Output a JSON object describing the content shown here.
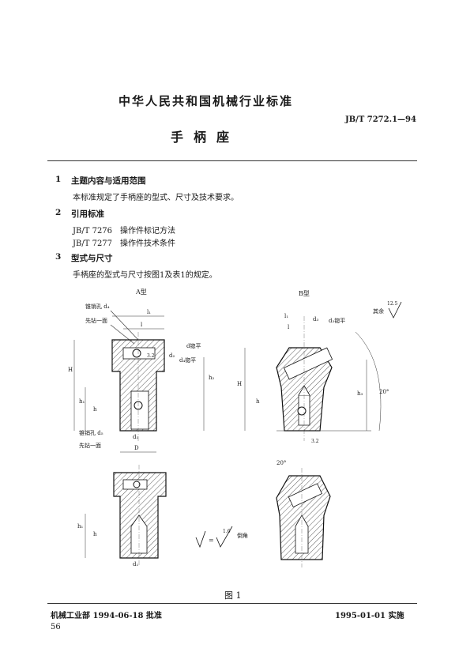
{
  "header": {
    "organization": "中华人民共和国机械行业标准",
    "standard_number": "JB/T 7272.1—94",
    "title": "手柄座"
  },
  "sections": [
    {
      "number": "1",
      "heading": "主题内容与适用范围",
      "lines": [
        "本标准规定了手柄座的型式、尺寸及技术要求。"
      ]
    },
    {
      "number": "2",
      "heading": "引用标准",
      "lines": [
        "JB/T 7276　操作件标记方法",
        "JB/T 7277　操作件技术条件"
      ]
    },
    {
      "number": "3",
      "heading": "型式与尺寸",
      "lines": [
        "手柄座的型式与尺寸按图1及表1的规定。"
      ]
    }
  ],
  "figure": {
    "type_a_label": "A型",
    "type_b_label": "B型",
    "roughness_rest": "其余",
    "roughness_value": "12.5",
    "roughness_3_2": "3.2",
    "roughness_1_6": "1.6",
    "labels": {
      "taper_pin_hole_d4": "锥销孔 d₄",
      "drill_one_side_top": "先钻一面",
      "taper_pin_hole_d5": "锥销孔 d₅",
      "drill_one_side_bottom": "先钻一面",
      "d4_flush": "d₄锪平",
      "d_flush": "d锪平",
      "d3_flush": "d₃锪平",
      "chamfer": "倒角",
      "angle_20": "20°",
      "dim_l1": "l₁",
      "dim_l": "l",
      "dim_d2": "d₂",
      "dim_d1": "d₁",
      "dim_D": "D",
      "dim_H": "H",
      "dim_h": "h",
      "dim_h1": "h₁",
      "dim_h2": "h₂",
      "dim_h3": "h₃",
      "dim_d3": "d₃"
    },
    "caption": "图 1"
  },
  "footer": {
    "approval": "机械工业部 1994-06-18 批准",
    "implementation": "1995-01-01 实施",
    "page_number": "56"
  }
}
